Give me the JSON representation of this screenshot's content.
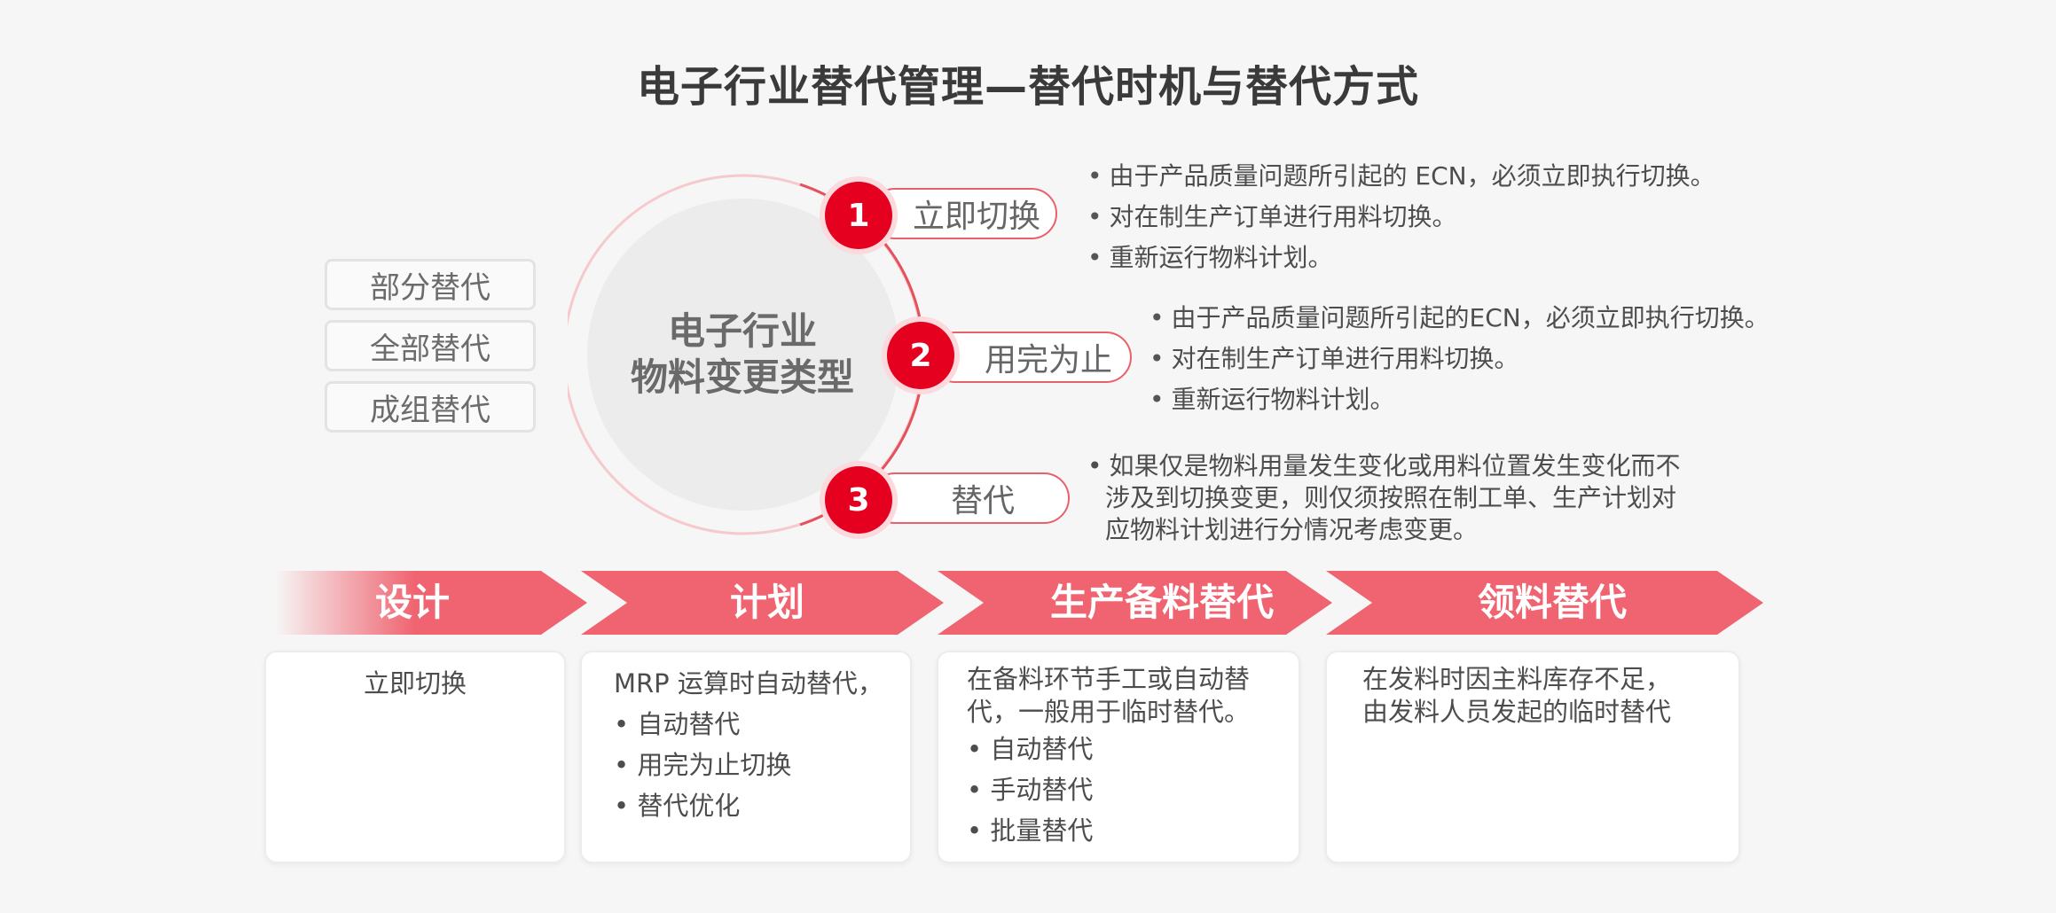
{
  "title": "电子行业替代管理—替代时机与替代方式",
  "options": [
    "部分替代",
    "全部替代",
    "成组替代"
  ],
  "center": {
    "line1": "电子行业",
    "line2": "物料变更类型"
  },
  "types": [
    {
      "num": "1",
      "label": "立即切换",
      "bullets": [
        "由于产品质量问题所引起的 ECN，必须立即执行切换。",
        "对在制生产订单进行用料切换。",
        "重新运行物料计划。"
      ]
    },
    {
      "num": "2",
      "label": "用完为止",
      "bullets": [
        "由于产品质量问题所引起的ECN，必须立即执行切换。",
        "对在制生产订单进行用料切换。",
        "重新运行物料计划。"
      ]
    },
    {
      "num": "3",
      "label": "替代",
      "lines": [
        "如果仅是物料用量发生变化或用料位置发生变化而不",
        "涉及到切换变更，则仅须按照在制工单、生产计划对",
        "应物料计划进行分情况考虑变更。"
      ]
    }
  ],
  "stages": [
    {
      "label": "设计",
      "intro": [
        "立即切换"
      ],
      "items": []
    },
    {
      "label": "计划",
      "intro": [
        "MRP 运算时自动替代，"
      ],
      "items": [
        "自动替代",
        "用完为止切换",
        "替代优化"
      ]
    },
    {
      "label": "生产备料替代",
      "intro": [
        "在备料环节手工或自动替",
        "代，一般用于临时替代。"
      ],
      "items": [
        "自动替代",
        "手动替代",
        "批量替代"
      ]
    },
    {
      "label": "领料替代",
      "intro": [
        "在发料时因主料库存不足，",
        "由发料人员发起的临时替代"
      ],
      "items": []
    }
  ],
  "colors": {
    "accent": "#e4001e",
    "arrow": "#ef6470",
    "ring": "#f2a9ae"
  }
}
